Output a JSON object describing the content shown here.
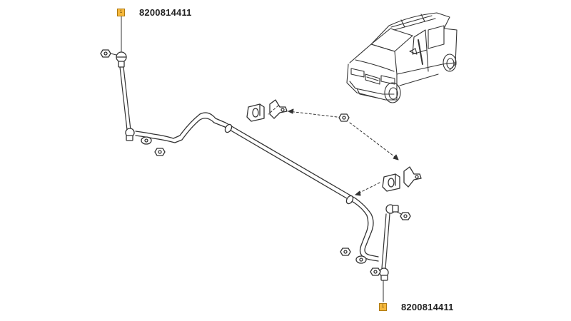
{
  "callouts": [
    {
      "marker": "1",
      "part_number": "8200814411"
    },
    {
      "marker": "1",
      "part_number": "8200814411"
    }
  ],
  "colors": {
    "marker_fill": "#f5b83d",
    "line": "#333333"
  }
}
